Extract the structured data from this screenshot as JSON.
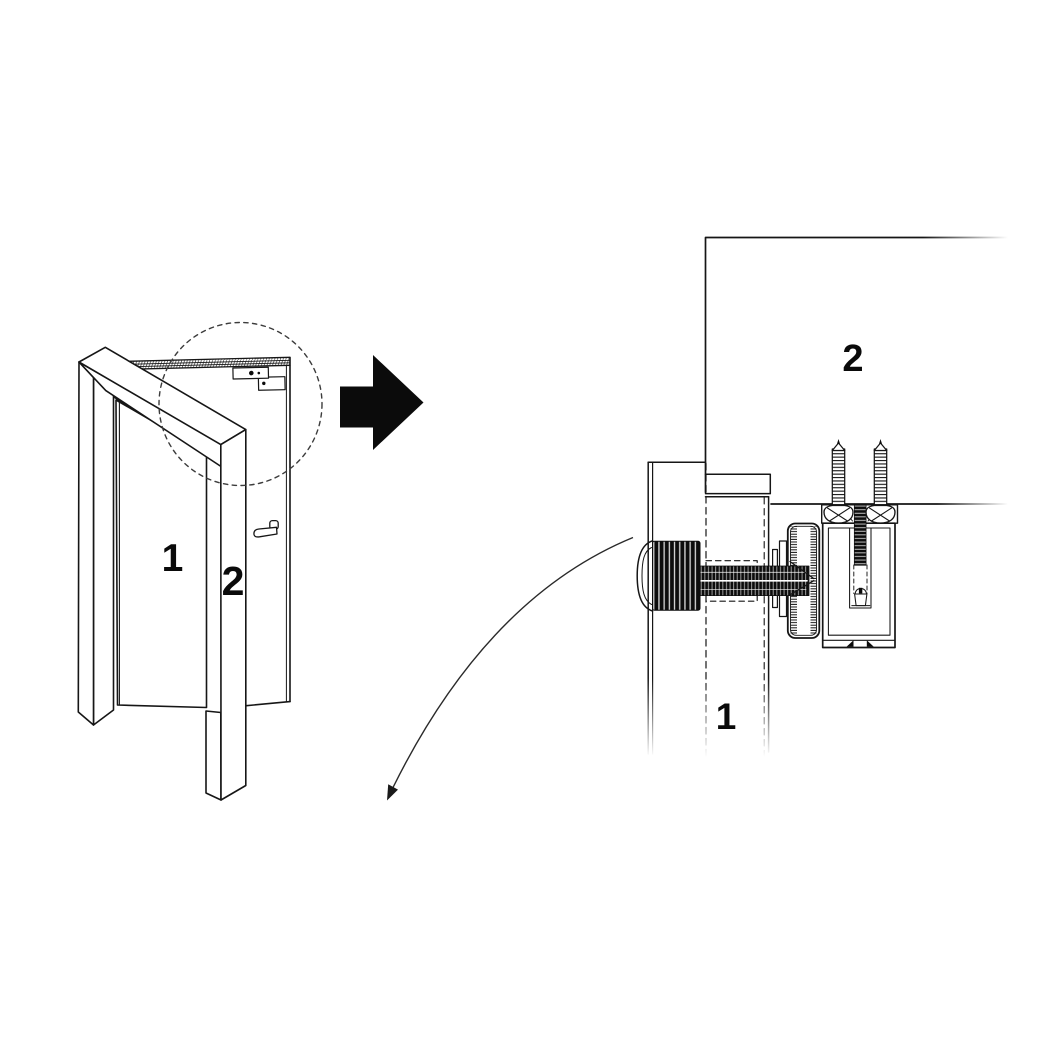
{
  "left_view": {
    "door_label": "1",
    "frame_label": "2"
  },
  "detail_view": {
    "door_label": "1",
    "frame_label": "2"
  },
  "colors": {
    "line": "#161616",
    "label": "#080808",
    "arrow_fill": "#0b0b0b",
    "background": "#ffffff",
    "dashed_circle": "#3c3c3c"
  },
  "icons": {
    "transition_arrow_icon": "solid right-pointing arrow",
    "swing_direction_arrow_icon": "curved arc with down-pointing arrowhead",
    "detail_highlight_circle": "dashed circle callout around door top corner"
  }
}
